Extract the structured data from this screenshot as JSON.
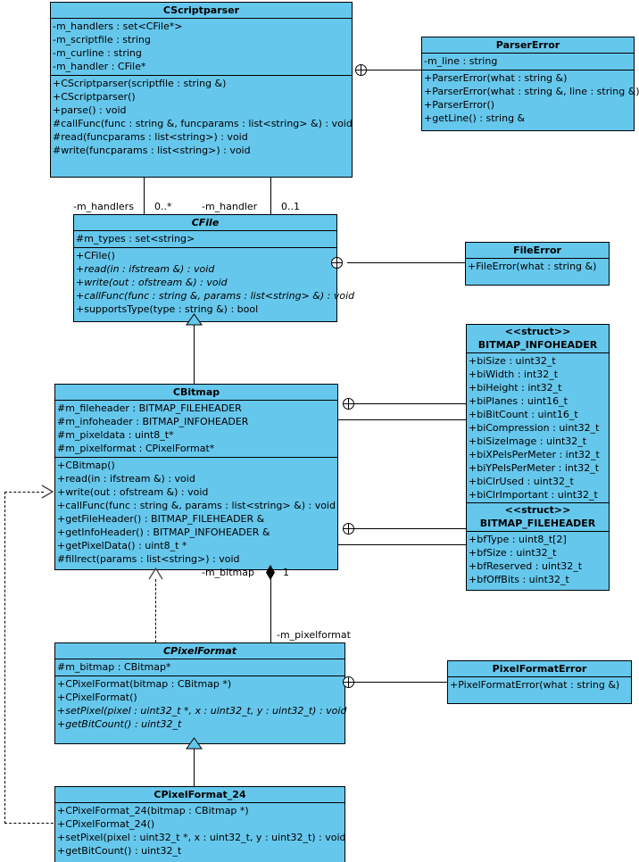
{
  "diagram": {
    "title": "UML Class Diagram",
    "accent_color": "#66c7ec",
    "line_color": "#000000",
    "background": "#ffffff"
  },
  "classes": {
    "cscriptparser": {
      "name": "CScriptparser",
      "attributes": [
        "-m_handlers : set<CFile*>",
        "-m_scriptfile : string",
        "-m_curline : string",
        "-m_handler : CFile*"
      ],
      "operations": [
        "+CScriptparser(scriptfile : string &)",
        "+CScriptparser()",
        "+parse() : void",
        "#callFunc(func : string &, funcparams : list<string> &) : void",
        "#read(funcparams : list<string>) : void",
        "#write(funcparams : list<string>) : void"
      ]
    },
    "parsererror": {
      "name": "ParserError",
      "attributes": [
        "-m_line : string"
      ],
      "operations": [
        "+ParserError(what : string &)",
        "+ParserError(what : string &, line : string &)",
        "+ParserError()",
        "+getLine() : string &"
      ]
    },
    "cfile": {
      "name": "CFile",
      "abstract": true,
      "attributes": [
        "#m_types : set<string>"
      ],
      "operations": [
        {
          "text": "+CFile()",
          "italic": false
        },
        {
          "text": "+read(in : ifstream &) : void",
          "italic": true
        },
        {
          "text": "+write(out : ofstream &) : void",
          "italic": true
        },
        {
          "text": "+callFunc(func : string &, params : list<string> &) : void",
          "italic": true
        },
        {
          "text": "+supportsType(type : string &) : bool",
          "italic": false
        }
      ]
    },
    "fileerror": {
      "name": "FileError",
      "operations": [
        "+FileError(what : string &)"
      ]
    },
    "cbitmap": {
      "name": "CBitmap",
      "attributes": [
        "#m_fileheader : BITMAP_FILEHEADER",
        "#m_infoheader : BITMAP_INFOHEADER",
        "#m_pixeldata : uint8_t*",
        "#m_pixelformat : CPixelFormat*"
      ],
      "operations": [
        "+CBitmap()",
        "+read(in : ifstream &) : void",
        "+write(out : ofstream &) : void",
        "+callFunc(func : string &, params : list<string> &) : void",
        "+getFileHeader() : BITMAP_FILEHEADER &",
        "+getInfoHeader() : BITMAP_INFOHEADER &",
        "+getPixelData() : uint8_t *",
        "#fillrect(params : list<string>) : void"
      ]
    },
    "bitmap_infoheader": {
      "stereotype": "<<struct>>",
      "name": "BITMAP_INFOHEADER",
      "attributes": [
        "+biSize : uint32_t",
        "+biWidth : int32_t",
        "+biHeight : int32_t",
        "+biPlanes : uint16_t",
        "+biBitCount : uint16_t",
        "+biCompression : uint32_t",
        "+biSizeImage : uint32_t",
        "+biXPelsPerMeter : int32_t",
        "+biYPelsPerMeter : int32_t",
        "+biClrUsed : uint32_t",
        "+biClrImportant : uint32_t"
      ]
    },
    "bitmap_fileheader": {
      "stereotype": "<<struct>>",
      "name": "BITMAP_FILEHEADER",
      "attributes": [
        "+bfType : uint8_t[2]",
        "+bfSize : uint32_t",
        "+bfReserved : uint32_t",
        "+bfOffBits : uint32_t"
      ]
    },
    "cpixelformat": {
      "name": "CPixelFormat",
      "abstract": true,
      "attributes": [
        "#m_bitmap : CBitmap*"
      ],
      "operations": [
        {
          "text": "+CPixelFormat(bitmap : CBitmap *)",
          "italic": false
        },
        {
          "text": "+CPixelFormat()",
          "italic": false
        },
        {
          "text": "+setPixel(pixel : uint32_t *, x : uint32_t, y : uint32_t) : void",
          "italic": true
        },
        {
          "text": "+getBitCount() : uint32_t",
          "italic": true
        }
      ]
    },
    "pixelformaterror": {
      "name": "PixelFormatError",
      "operations": [
        "+PixelFormatError(what : string &)"
      ]
    },
    "cpixelformat_24": {
      "name": "CPixelFormat_24",
      "operations": [
        "+CPixelFormat_24(bitmap : CBitmap *)",
        "+CPixelFormat_24()",
        "+setPixel(pixel : uint32_t *, x : uint32_t, y : uint32_t) : void",
        "+getBitCount() : uint32_t"
      ]
    }
  },
  "edge_labels": {
    "m_handlers_role": "-m_handlers",
    "m_handlers_mult": "0..*",
    "m_handler_role": "-m_handler",
    "m_handler_mult": "0..1",
    "m_bitmap_role": "-m_bitmap",
    "m_bitmap_mult": "1",
    "m_pixelformat_role": "-m_pixelformat"
  }
}
